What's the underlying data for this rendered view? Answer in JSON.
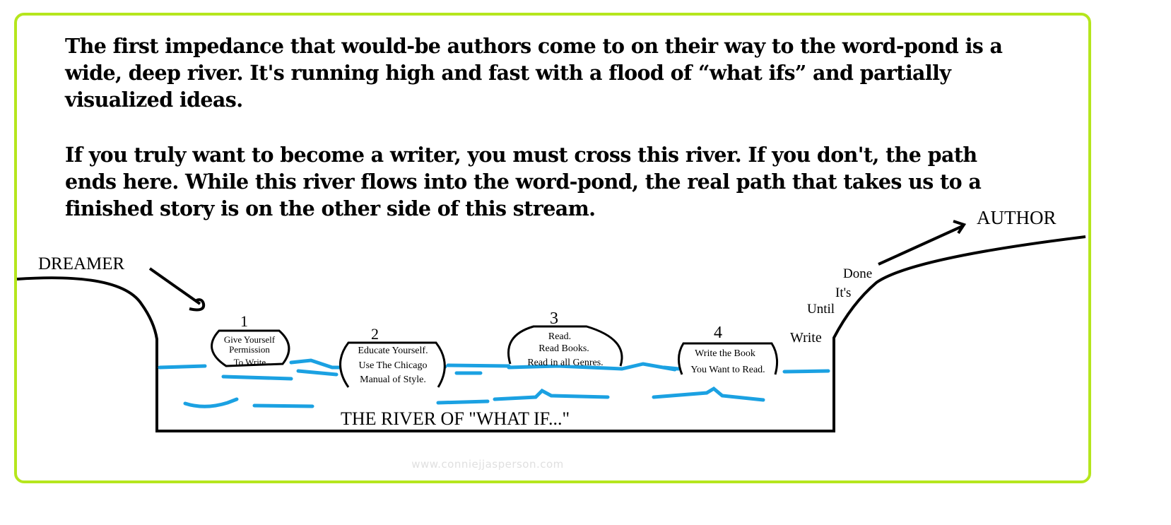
{
  "intro": {
    "paragraph_1": "The first impedance that would-be authors come to on their way to the word-pond is a wide, deep river. It's running high and fast with a flood of “what ifs” and partially visualized ideas.",
    "paragraph_2": "If you truly want to become a writer, you must cross this river. If you don't, the path ends here. While this river flows into the word-pond, the real path that takes us to a finished story is on the other side of this stream."
  },
  "diagram": {
    "start_label": "DREAMER",
    "end_label": "AUTHOR",
    "river_label": "THE RIVER OF \"WHAT IF...\"",
    "stones": [
      {
        "number": "1",
        "lines": [
          "Give Yourself",
          "Permission",
          "To Write."
        ]
      },
      {
        "number": "2",
        "lines": [
          "Educate Yourself.",
          "Use The Chicago",
          "Manual of Style."
        ]
      },
      {
        "number": "3",
        "lines": [
          "Read.",
          "Read Books.",
          "Read in all Genres."
        ]
      },
      {
        "number": "4",
        "lines": [
          "Write the Book",
          "You Want to Read."
        ]
      }
    ],
    "bank_words": [
      "Write",
      "Until",
      "It's",
      "Done"
    ]
  },
  "watermark": "www.conniejjasperson.com",
  "colors": {
    "frame": "#b5e61d",
    "water": "#1ba1e2",
    "ink": "#000000"
  }
}
